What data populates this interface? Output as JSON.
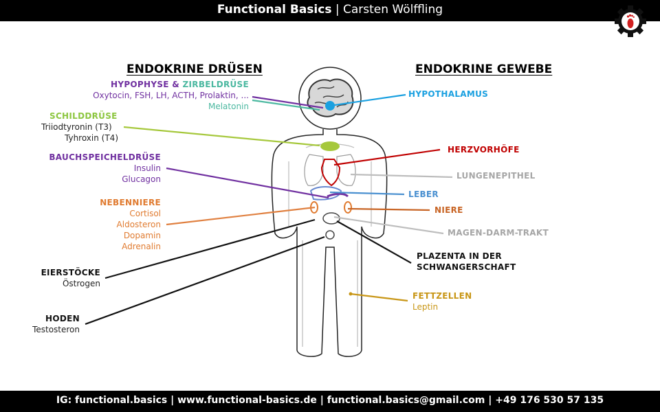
{
  "header": {
    "brand": "Functional Basics",
    "separator": " | ",
    "author": "Carsten Wölffling"
  },
  "footer": {
    "contact": "IG: functional.basics | www.functional-basics.de | functional.basics@gmail.com | +49 176 530 57 135"
  },
  "headings": {
    "left": "ENDOKRINE DRÜSEN",
    "right": "ENDOKRINE GEWEBE"
  },
  "glands": {
    "hypophyse": {
      "title_a": "HYPOPHYSE & ",
      "title_b": "ZIRBELDRÜSE",
      "hormones": "Oxytocin, FSH, LH, ACTH, Prolaktin, ...",
      "hormones2": "Melatonin"
    },
    "schilddruese": {
      "title": "SCHILDDRÜSE",
      "h1": "Triiodtyronin  (T3)",
      "h2": "Tyhroxin  (T4)"
    },
    "bauch": {
      "title": "BAUCHSPEICHELDRÜSE",
      "h1": "Insulin",
      "h2": "Glucagon"
    },
    "nebenniere": {
      "title": "NEBENNIERE",
      "h1": "Cortisol",
      "h2": "Aldosteron",
      "h3": "Dopamin",
      "h4": "Adrenalin"
    },
    "eierstoecke": {
      "title": "EIERSTÖCKE",
      "h1": "Östrogen"
    },
    "hoden": {
      "title": "HODEN",
      "h1": "Testosteron"
    }
  },
  "tissues": {
    "hypothalamus": "HYPOTHALAMUS",
    "herz": "HERZVORHÖFE",
    "lunge": "LUNGENEPITHEL",
    "leber": "LEBER",
    "niere": "NIERE",
    "magen": "MAGEN-DARM-TRAKT",
    "plazenta1": "PLAZENTA IN DER",
    "plazenta2": "SCHWANGERSCHAFT",
    "fett": "FETTZELLEN",
    "fett_h": "Leptin"
  },
  "colors": {
    "purple": "#7030a0",
    "teal": "#4bb8a0",
    "green": "#8cc63f",
    "orange": "#e07b30",
    "blue": "#1aa0e0",
    "red": "#c00000",
    "grey": "#a6a6a6",
    "leber": "#4a90d0",
    "niere": "#c86424",
    "gold": "#c89616"
  }
}
